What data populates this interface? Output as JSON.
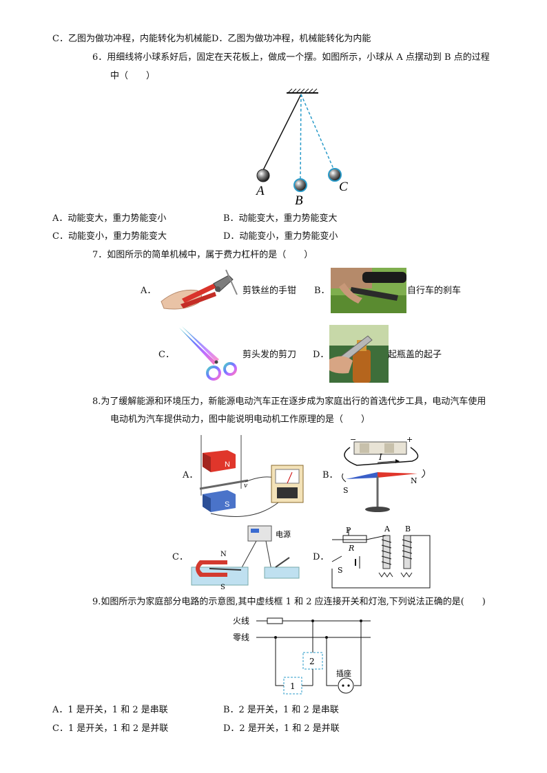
{
  "q5_tail": {
    "c": "C．乙图为做功冲程，内能转化为机械能",
    "d": "D．乙图为做功冲程，机械能转化为内能"
  },
  "q6": {
    "stem_1": "6．用细线将小球系好后，固定在天花板上，做成一个摆。如图所示，小球从 A 点摆动到 B 点的过程",
    "stem_2": "中（　　）",
    "fig_labels": {
      "a": "A",
      "b": "B",
      "c": "C"
    },
    "options": {
      "a": "A．动能变大，重力势能变小",
      "b": "B．动能变大，重力势能变大",
      "c": "C．动能变小，重力势能变大",
      "d": "D．动能变小，重力势能变小"
    }
  },
  "q7": {
    "stem": "7．如图所示的简单机械中，属于费力杠杆的是（　　）",
    "items": [
      {
        "letter": "A．",
        "caption": "剪铁丝的手钳"
      },
      {
        "letter": "B．",
        "caption": "自行车的刹车"
      },
      {
        "letter": "C．",
        "caption": "剪头发的剪刀"
      },
      {
        "letter": "D．",
        "caption": "起瓶盖的起子"
      }
    ]
  },
  "q8": {
    "stem_1": "8.为了缓解能源和环境压力，新能源电动汽车正在逐步成为家庭出行的首选代步工具，电动汽车使用",
    "stem_2": "电动机为汽车提供动力，图中能说明电动机工作原理的是（　　）",
    "letters": {
      "a": "A．",
      "b": "B．",
      "c": "C．",
      "d": "D．"
    },
    "fig_a": {
      "n": "N",
      "s": "S",
      "v": "v"
    },
    "fig_b": {
      "minus": "−",
      "plus": "+",
      "i": "I",
      "s": "S",
      "n": "N"
    },
    "fig_c": {
      "n": "N",
      "s": "S",
      "power": "电源"
    },
    "fig_d": {
      "p": "P",
      "r": "R",
      "a": "A",
      "b": "B",
      "s": "S"
    }
  },
  "q9": {
    "stem": "9.如图所示为家庭部分电路的示意图,其中虚线框 1 和 2 应连接开关和灯泡,下列说法正确的是(　　)",
    "live": "火线",
    "neutral": "零线",
    "box1": "1",
    "box2": "2",
    "socket": "插座",
    "options": {
      "a": "A．1 是开关，1 和 2 是串联",
      "b": "B．2 是开关，1 和 2 是串联",
      "c": "C．1 是开关，1 和 2 是并联",
      "d": "D．2 是开关，1 和 2 是并联"
    }
  }
}
